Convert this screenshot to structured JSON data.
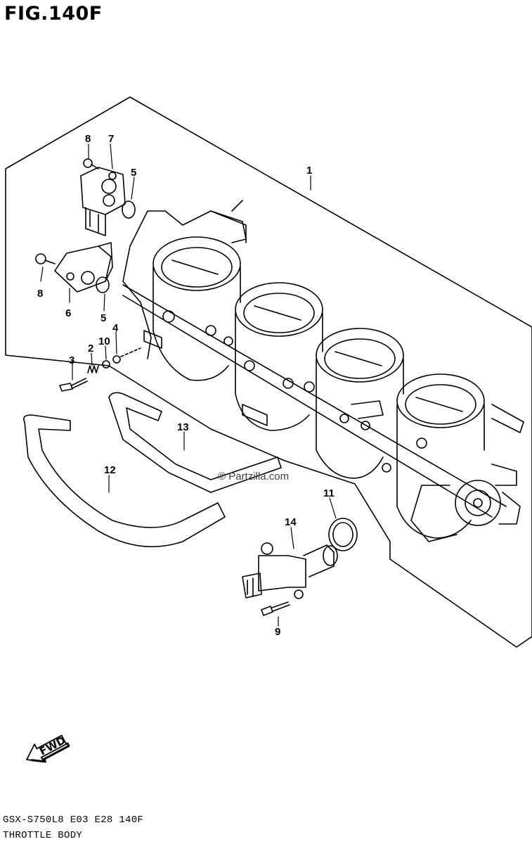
{
  "figure": {
    "title": "FIG.140F",
    "footer_code": "GSX-S750L8  E03  E28  140F",
    "footer_name": "THROTTLE BODY"
  },
  "watermark": "© Partzilla.com",
  "fwd_label": "FWD",
  "callouts": [
    "1",
    "2",
    "3",
    "4",
    "5",
    "5",
    "6",
    "7",
    "8",
    "8",
    "9",
    "10",
    "11",
    "12",
    "13",
    "14"
  ],
  "colors": {
    "line": "#000000",
    "background": "#ffffff"
  }
}
